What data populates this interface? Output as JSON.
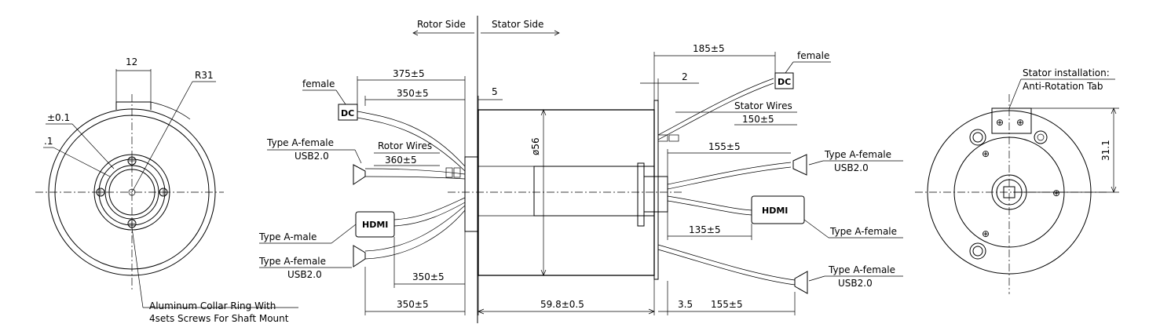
{
  "left_view": {
    "dim_width": "12",
    "dim_radius": "R31",
    "dim_tol": "±0.1",
    "dim_small": ".1",
    "collar_note_line1": "Aluminum Collar Ring With",
    "collar_note_line2": "4sets Screws For Shaft Mount"
  },
  "side_view": {
    "rotor_side": "Rotor Side",
    "stator_side": "Stator Side",
    "rotor_wires": "Rotor Wires",
    "stator_wires": "Stator Wires",
    "body_diameter": "ø56",
    "dims": {
      "rotor_dc_total": "375±5",
      "rotor_dc_wire": "350±5",
      "flange_thickness": "5",
      "rotor_wires_len": "360±5",
      "rotor_usb_len": "350±5",
      "rotor_bottom_total": "350±5",
      "body_length": "59.8±0.5",
      "stator_gap": "3.5",
      "stator_bottom_len": "155±5",
      "stator_dc_total": "185±5",
      "stator_flange": "2",
      "stator_wires_len": "150±5",
      "stator_usb_top": "155±5",
      "stator_hdmi_len": "135±5"
    },
    "connectors": {
      "dc_left_label": "female",
      "dc_left_box": "DC",
      "usb_left_top_label": "Type A-female",
      "usb_left_top_std": "USB2.0",
      "hdmi_left_label": "Type A-male",
      "hdmi_left_box": "HDMI",
      "usb_left_bottom_label": "Type A-female",
      "usb_left_bottom_std": "USB2.0",
      "dc_right_label": "female",
      "dc_right_box": "DC",
      "usb_right_top_label": "Type A-female",
      "usb_right_top_std": "USB2.0",
      "hdmi_right_label": "Type A-female",
      "hdmi_right_box": "HDMI",
      "usb_right_bottom_label": "Type A-female",
      "usb_right_bottom_std": "USB2.0"
    }
  },
  "right_view": {
    "note_line1": "Stator installation:",
    "note_line2": "Anti-Rotation Tab",
    "dim_height": "31.1"
  }
}
